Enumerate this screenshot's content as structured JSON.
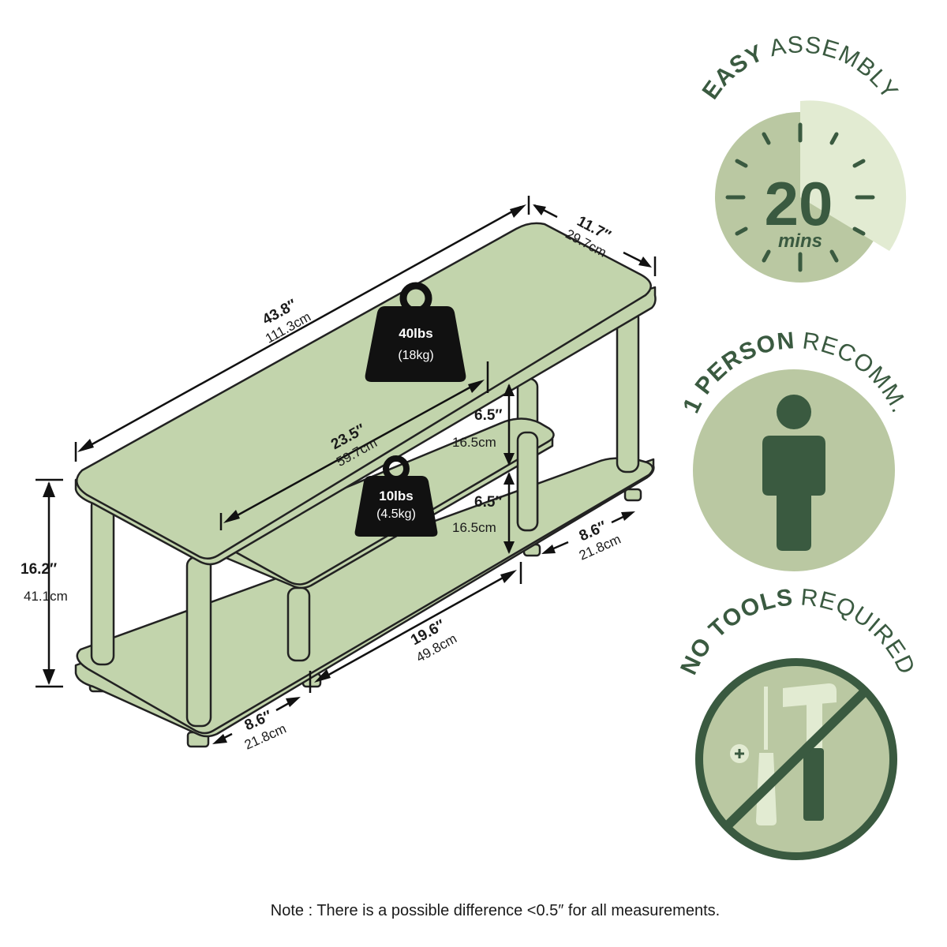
{
  "dimensions": {
    "depth_in": "11.7″",
    "depth_cm": "29.7cm",
    "width_in": "43.8″",
    "width_cm": "111.3cm",
    "mid_shelf_in": "23.5″",
    "mid_shelf_cm": "59.7cm",
    "upper_gap_in": "6.5″",
    "upper_gap_cm": "16.5cm",
    "lower_gap_in": "6.5″",
    "lower_gap_cm": "16.5cm",
    "height_in": "16.2″",
    "height_cm": "41.1cm",
    "bottom_open_in": "19.6″",
    "bottom_open_cm": "49.8cm",
    "side_right_in": "8.6″",
    "side_right_cm": "21.8cm",
    "side_left_in": "8.6″",
    "side_left_cm": "21.8cm"
  },
  "weights": {
    "top": {
      "main": "40lbs",
      "sub": "(18kg)"
    },
    "middle": {
      "main": "10lbs",
      "sub": "(4.5kg)"
    }
  },
  "badges": {
    "assembly": {
      "bold": "EASY",
      "rest": "ASSEMBLY",
      "number": "20",
      "unit": "mins"
    },
    "person": {
      "bold": "1 PERSON",
      "rest": "RECOMM."
    },
    "tools": {
      "bold": "NO TOOLS",
      "rest": "REQUIRED"
    }
  },
  "note": "Note : There is a possible difference <0.5″ for all measurements.",
  "colors": {
    "shelf_fill": "#c2d4ac",
    "badge_circle": "#bac8a2",
    "badge_dark": "#3a5a40",
    "badge_light": "#e2ebd2"
  }
}
